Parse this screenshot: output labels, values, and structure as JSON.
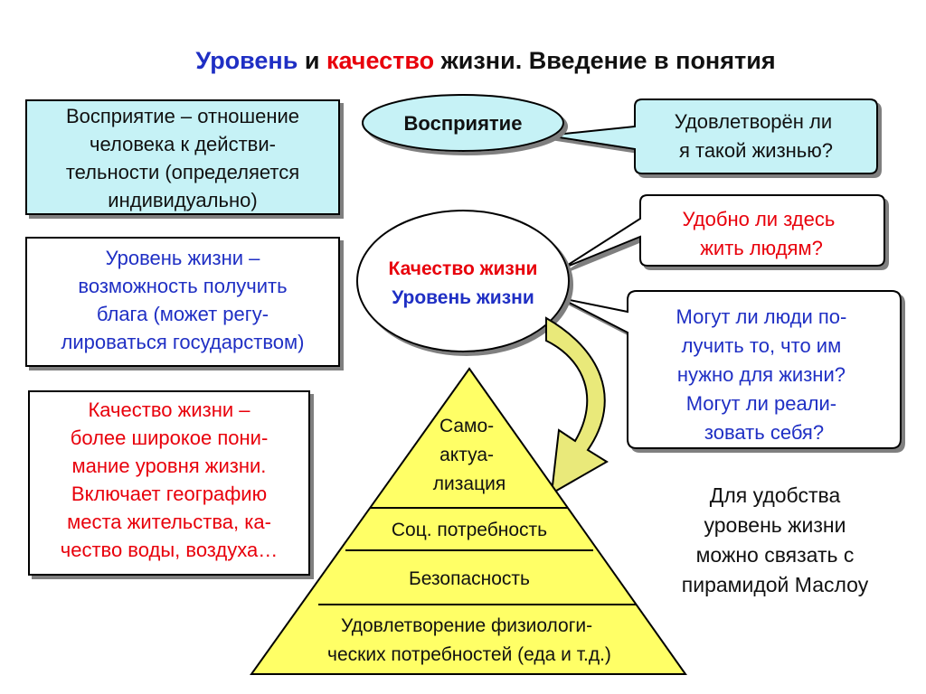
{
  "title": {
    "part1": "Уровень",
    "part2": " и ",
    "part3": "качество",
    "part4": " жизни. Введение в понятия"
  },
  "left_boxes": {
    "perception": [
      "Восприятие – отношение",
      "человека к действи-",
      "тельности (определяется",
      "индивидуально)"
    ],
    "level": [
      "Уровень жизни –",
      "возможность получить",
      "блага (может регу-",
      "лироваться государством)"
    ],
    "quality": [
      "Качество жизни –",
      "более широкое пони-",
      "мание уровня жизни.",
      "Включает географию",
      "места жительства, ка-",
      "чество воды, воздуха…"
    ]
  },
  "ellipses": {
    "perception": "Восприятие",
    "quality": "Качество жизни",
    "level": "Уровень жизни"
  },
  "callouts": {
    "satisfied": [
      "Удовлетворён ли",
      "я такой жизнью?"
    ],
    "comfortable": [
      "Удобно ли здесь",
      "жить людям?"
    ],
    "needs": [
      "Могут ли люди по-",
      "лучить то, что им",
      "нужно для жизни?",
      "Могут ли реали-",
      "зовать себя?"
    ]
  },
  "pyramid": {
    "levels": [
      [
        "Само-",
        "актуа-",
        "лизация"
      ],
      [
        "Соц. потребность"
      ],
      [
        "Безопасность"
      ],
      [
        "Удовлетворение физиологи-",
        "ческих потребностей (еда и т.д.)"
      ]
    ]
  },
  "caption": [
    "Для удобства",
    "уровень жизни",
    "можно связать с",
    "пирамидой Маслоу"
  ],
  "colors": {
    "blue": "#1f2fc4",
    "red": "#e8000b",
    "cyan": "#c6f2f6",
    "pyramid": "#ffff66",
    "arrow": "#e9e97a"
  }
}
